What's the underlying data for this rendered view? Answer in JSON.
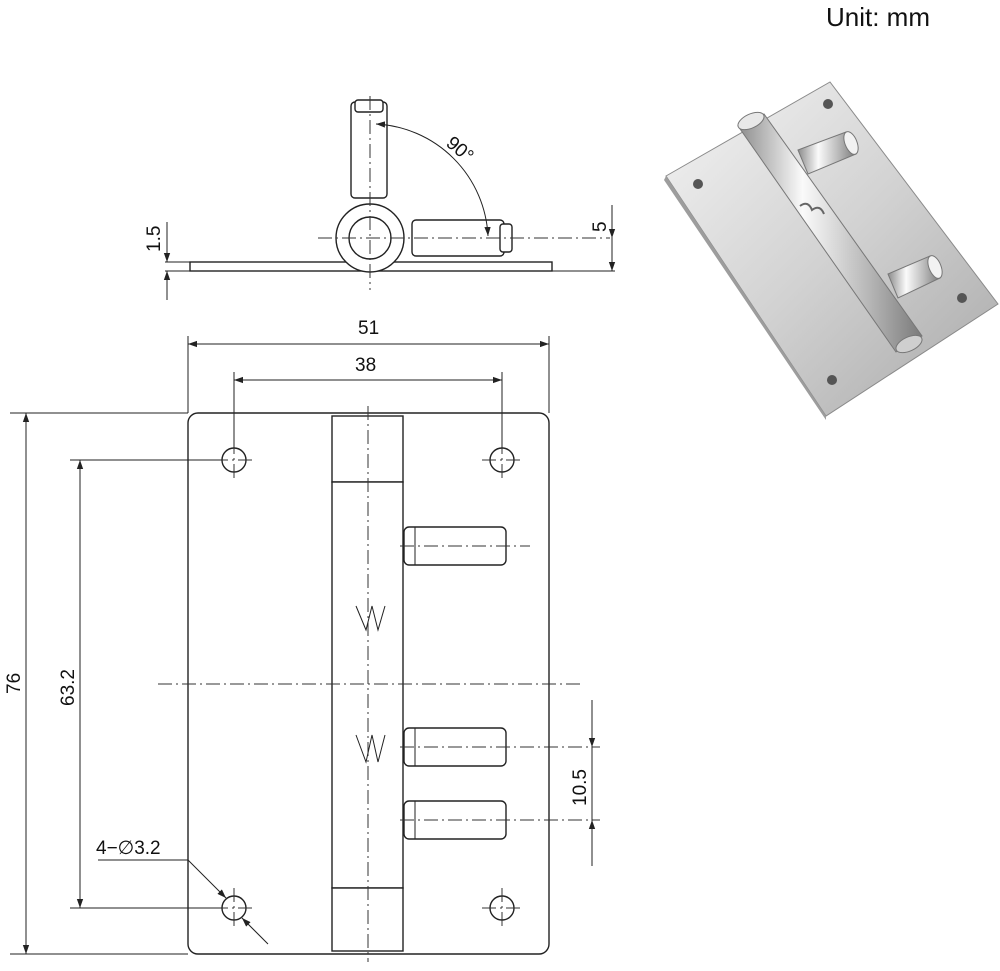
{
  "unit_label": "Unit:  mm",
  "angle_label": "90°",
  "dims": {
    "plate_thickness": "1.5",
    "pin_offset": "5",
    "width": "51",
    "hole_spacing_x": "38",
    "height": "76",
    "hole_spacing_y": "63.2",
    "pin_spacing": "10.5",
    "hole_callout": "4−∅3.2"
  },
  "colors": {
    "line": "#222222",
    "steel_light": "#eeeeee",
    "steel_dark": "#9a9a9a"
  }
}
